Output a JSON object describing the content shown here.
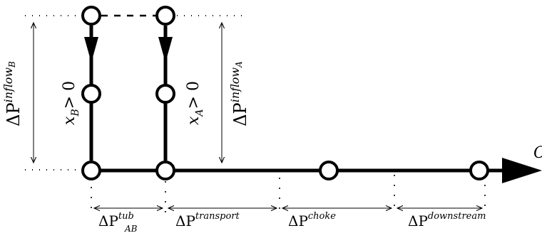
{
  "colors": {
    "stroke": "#000000",
    "node_fill": "#ffffff",
    "background": "#ffffff"
  },
  "labels": {
    "inflow_b": "ΔP",
    "inflow_b_sup": "inflow",
    "inflow_b_sub": "B",
    "inflow_a": "ΔP",
    "inflow_a_sup": "inflow",
    "inflow_a_sub": "A",
    "xb": "x",
    "xb_sub": "B",
    "xb_rel": "> 0",
    "xa": "x",
    "xa_sub": "A",
    "xa_rel": "> 0",
    "tub": "ΔP",
    "tub_sup": "tub",
    "tub_sub": "AB",
    "transport": "ΔP",
    "transport_sup": "transport",
    "choke": "ΔP",
    "choke_sup": "choke",
    "downstream": "ΔP",
    "downstream_sup": "downstream",
    "out": "C"
  }
}
